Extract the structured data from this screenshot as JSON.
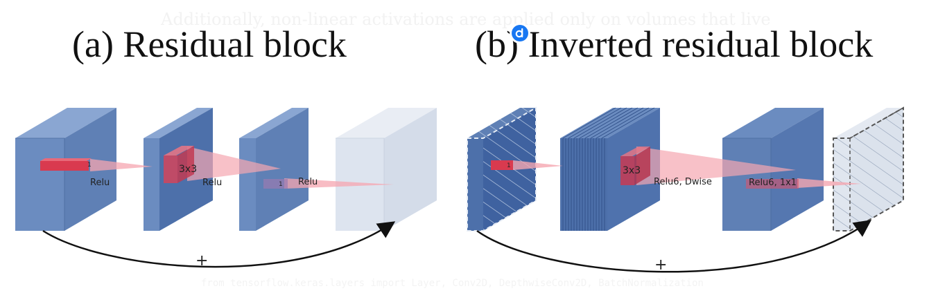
{
  "background_text": "Additionally, non-linear activations are applied only on volumes that live in",
  "background_code": "from tensorflow.keras.layers import Layer, Conv2D, DepthwiseConv2D, BatchNormalization",
  "panel_a": {
    "title": "(a) Residual block",
    "labels": {
      "kernel_1": "1",
      "relu_1": "Relu",
      "kernel_3x3": "3x3",
      "relu_2": "Relu",
      "kernel_2": "1",
      "relu_3": "Relu",
      "plus": "+"
    }
  },
  "panel_b": {
    "title": "(b) Inverted residual block",
    "labels": {
      "kernel_1": "1",
      "kernel_3x3": "3x3",
      "relu6_dwise": "Relu6, Dwise",
      "relu6_1x1": "Relu6, 1x1",
      "plus": "+"
    }
  },
  "colors": {
    "block_front": "#6b8cc0",
    "block_side": "#5878ad",
    "block_top": "#8aa6d2",
    "block_dark_front": "#4d70aa",
    "block_light": "#dde4ef",
    "kernel_red": "#d93a4f",
    "cone_pink": "#f5a6b0",
    "badge_blue": "#1877f2"
  },
  "icons": {
    "badge": "notification-badge-icon"
  }
}
